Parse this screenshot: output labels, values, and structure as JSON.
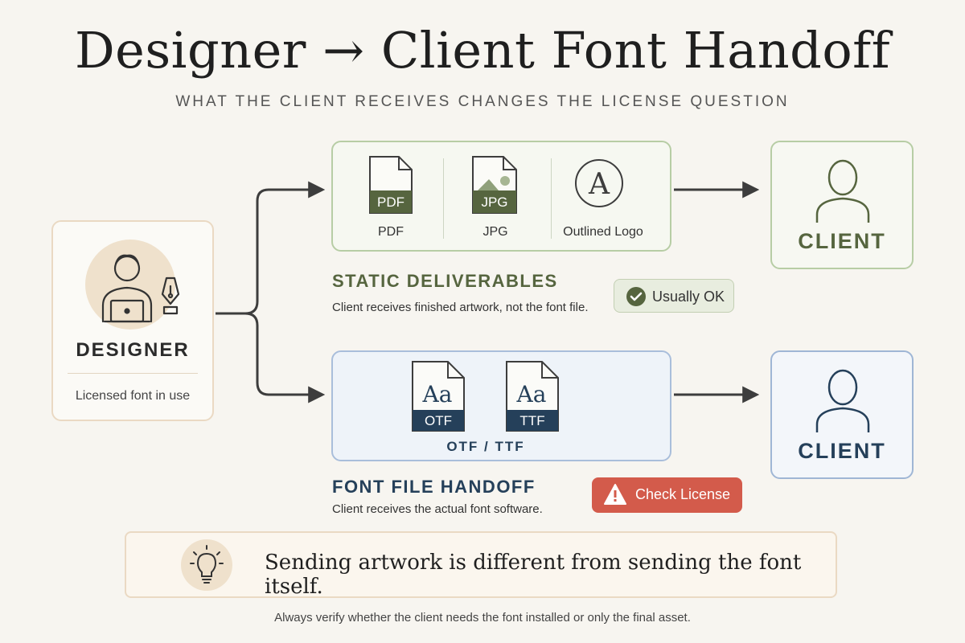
{
  "header": {
    "title": "Designer → Client Font Handoff",
    "subtitle": "WHAT THE CLIENT RECEIVES CHANGES THE LICENSE QUESTION"
  },
  "designer": {
    "label": "DESIGNER",
    "note": "Licensed font in use"
  },
  "static_deliverables": {
    "files": [
      {
        "icon_text": "PDF",
        "label": "PDF"
      },
      {
        "icon_text": "JPG",
        "label": "JPG"
      },
      {
        "icon_text": "A",
        "label": "Outlined Logo"
      }
    ],
    "title": "STATIC DELIVERABLES",
    "description": "Client receives finished artwork, not the font file.",
    "badge": "Usually OK",
    "badge_icon": "check-icon",
    "accent_color": "#56653f"
  },
  "font_handoff": {
    "files": [
      {
        "glyph": "Aa",
        "type": "OTF"
      },
      {
        "glyph": "Aa",
        "type": "TTF"
      }
    ],
    "caption": "OTF / TTF",
    "title": "FONT FILE HANDOFF",
    "description": "Client receives the actual font software.",
    "badge": "Check License",
    "badge_icon": "warning-icon",
    "accent_color": "#25405a",
    "warning_color": "#d35b4b"
  },
  "clients": {
    "top_label": "CLIENT",
    "bottom_label": "CLIENT"
  },
  "callout": {
    "icon": "lightbulb-icon",
    "text": "Sending artwork is different from sending the font itself."
  },
  "footnote": "Always verify whether the client needs the font installed or only the final asset."
}
